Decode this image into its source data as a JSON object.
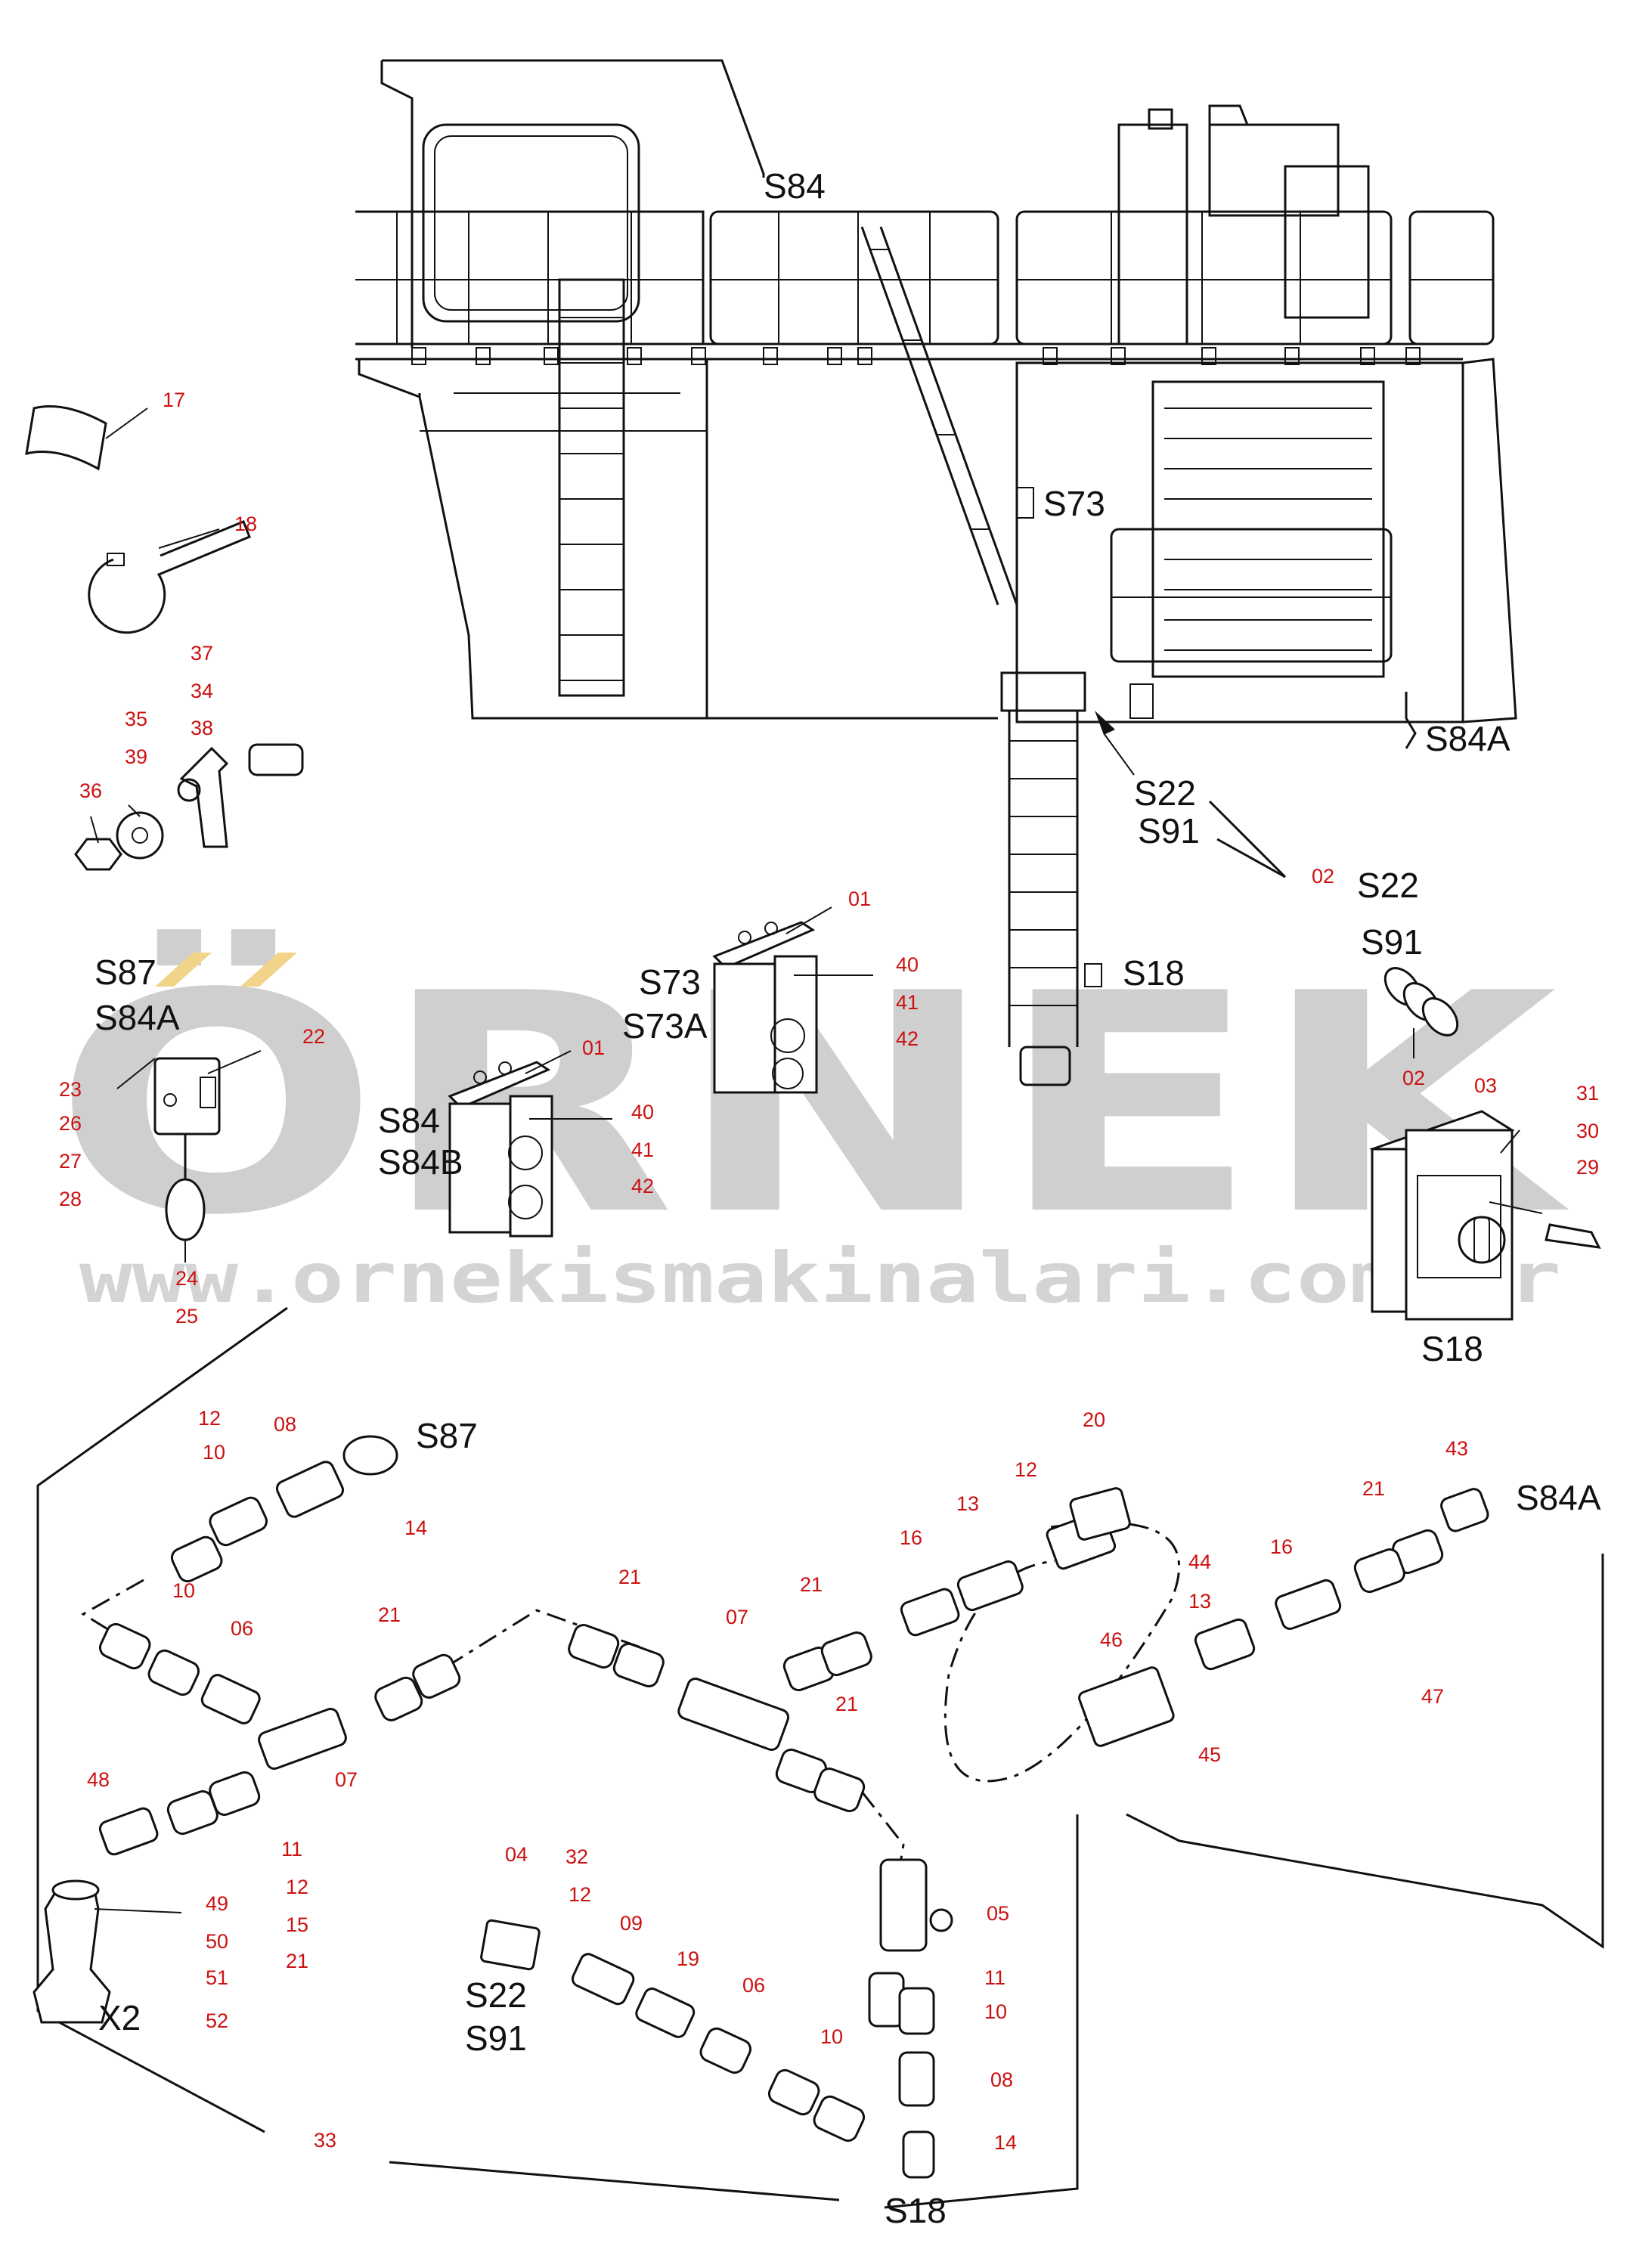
{
  "colors": {
    "line": "#111111",
    "callout": "#cc1111",
    "watermark": "#cfcfcf",
    "accent": "#f1d48a"
  },
  "watermark": {
    "brand": "ÖRNEK",
    "url": "www.ornekismakinalari.com.tr"
  },
  "callouts_black": [
    "S84",
    "S73",
    "S84A",
    "S22",
    "S91",
    "S18",
    "S22",
    "S91",
    "S87",
    "S84A",
    "S73",
    "S73A",
    "S84",
    "S84B",
    "S18",
    "S87",
    "S84A",
    "X2",
    "S22",
    "S91",
    "S18"
  ],
  "callouts_red": [
    "17",
    "18",
    "37",
    "34",
    "35",
    "38",
    "39",
    "36",
    "01",
    "02",
    "40",
    "41",
    "42",
    "22",
    "23",
    "26",
    "27",
    "28",
    "24",
    "25",
    "01",
    "40",
    "41",
    "42",
    "02",
    "03",
    "31",
    "30",
    "29",
    "12",
    "10",
    "08",
    "14",
    "10",
    "06",
    "21",
    "07",
    "48",
    "11",
    "12",
    "15",
    "21",
    "49",
    "50",
    "51",
    "52",
    "33",
    "20",
    "12",
    "13",
    "16",
    "21",
    "21",
    "07",
    "21",
    "04",
    "32",
    "12",
    "09",
    "19",
    "06",
    "10",
    "05",
    "11",
    "10",
    "08",
    "14",
    "43",
    "21",
    "44",
    "16",
    "13",
    "46",
    "45",
    "47"
  ]
}
